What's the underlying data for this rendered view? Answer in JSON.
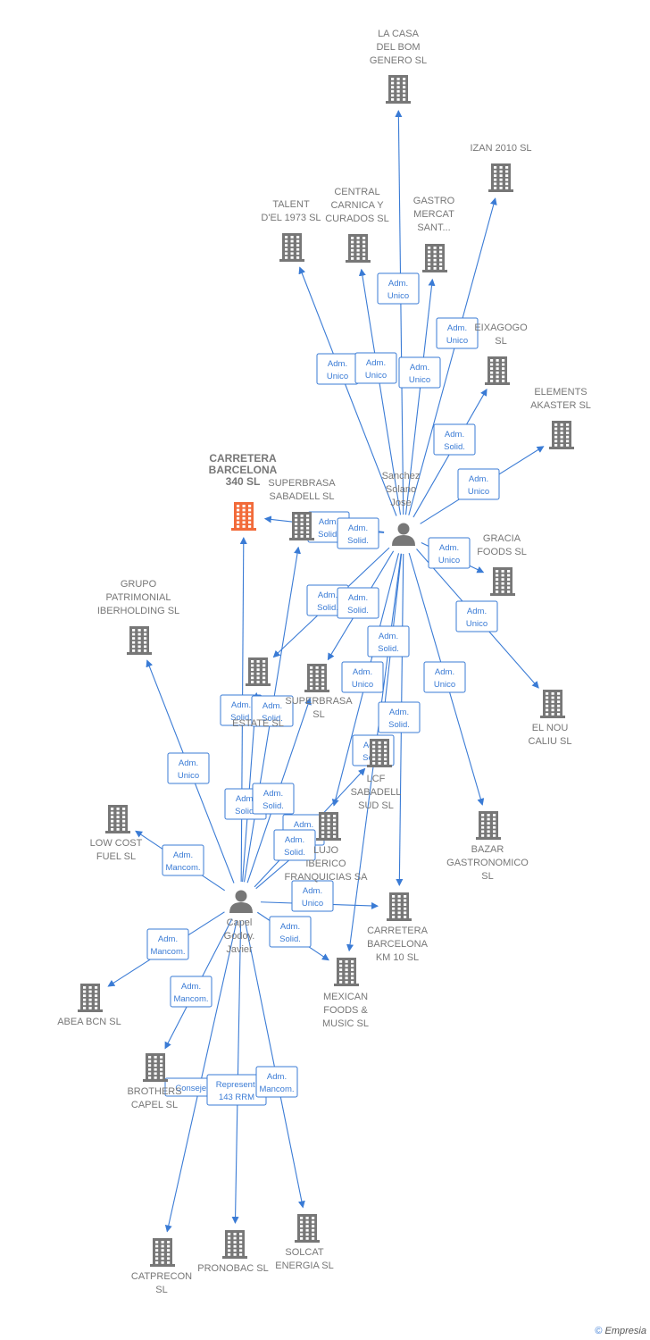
{
  "colors": {
    "edge": "#3a7bd5",
    "company": "#777777",
    "focus": "#f26b3a",
    "person": "#777777",
    "label_bg": "#ffffff"
  },
  "people": [
    {
      "id": "sanchez",
      "label": [
        "Sanchez",
        "Solano",
        "Jose"
      ]
    },
    {
      "id": "capel",
      "label": [
        "Capel",
        "Godoy.",
        "Javier"
      ]
    }
  ],
  "companies": [
    {
      "id": "lacasa",
      "label": [
        "LA CASA",
        "DEL BOM",
        "GENERO SL"
      ]
    },
    {
      "id": "izan",
      "label": [
        "IZAN 2010 SL"
      ]
    },
    {
      "id": "talent",
      "label": [
        "TALENT",
        "D'EL 1973 SL"
      ]
    },
    {
      "id": "central",
      "label": [
        "CENTRAL",
        "CARNICA Y",
        "CURADOS SL"
      ]
    },
    {
      "id": "gastro",
      "label": [
        "GASTRO",
        "MERCAT",
        "SANT..."
      ]
    },
    {
      "id": "eixagogo",
      "label": [
        "EIXAGOGO",
        "SL"
      ]
    },
    {
      "id": "elements",
      "label": [
        "ELEMENTS",
        "AKASTER SL"
      ]
    },
    {
      "id": "carretera340",
      "label": [
        "CARRETERA",
        "BARCELONA",
        "340 SL"
      ],
      "focus": true
    },
    {
      "id": "superbrasa_sab",
      "label": [
        "SUPERBRASA",
        "SABADELL SL"
      ]
    },
    {
      "id": "gracia",
      "label": [
        "GRACIA",
        "FOODS SL"
      ]
    },
    {
      "id": "grupo",
      "label": [
        "GRUPO",
        "PATRIMONIAL",
        "IBERHOLDING SL"
      ]
    },
    {
      "id": "estate",
      "label": [
        "ESTATE SL"
      ]
    },
    {
      "id": "superbrasa",
      "label": [
        "SUPERBRASA",
        "SL"
      ]
    },
    {
      "id": "elnou",
      "label": [
        "EL NOU",
        "CALIU SL"
      ]
    },
    {
      "id": "lcf",
      "label": [
        "LCF",
        "SABADELL",
        "SUD SL"
      ]
    },
    {
      "id": "lowcost",
      "label": [
        "LOW COST",
        "FUEL SL"
      ]
    },
    {
      "id": "bazar",
      "label": [
        "BAZAR",
        "GASTRONOMICO",
        "SL"
      ]
    },
    {
      "id": "lujo",
      "label": [
        "LUJO",
        "IBERICO",
        "FRANQUICIAS SA"
      ]
    },
    {
      "id": "carreterakm10",
      "label": [
        "CARRETERA",
        "BARCELONA",
        "KM 10 SL"
      ]
    },
    {
      "id": "abea",
      "label": [
        "ABEA BCN SL"
      ]
    },
    {
      "id": "mexican",
      "label": [
        "MEXICAN",
        "FOODS &",
        "MUSIC SL"
      ]
    },
    {
      "id": "brothers",
      "label": [
        "BROTHERS",
        "CAPEL SL"
      ]
    },
    {
      "id": "catprecon",
      "label": [
        "CATPRECON",
        "SL"
      ]
    },
    {
      "id": "pronobac",
      "label": [
        "PRONOBAC SL"
      ]
    },
    {
      "id": "solcat",
      "label": [
        "SOLCAT",
        "ENERGIA SL"
      ]
    }
  ],
  "edges": [
    {
      "from": "sanchez",
      "to": "lacasa",
      "label": [
        "Adm.",
        "Unico"
      ]
    },
    {
      "from": "sanchez",
      "to": "izan",
      "label": [
        "Adm.",
        "Unico"
      ]
    },
    {
      "from": "sanchez",
      "to": "talent",
      "label": [
        "Adm.",
        "Unico"
      ]
    },
    {
      "from": "sanchez",
      "to": "central",
      "label": [
        "Adm.",
        "Unico"
      ]
    },
    {
      "from": "sanchez",
      "to": "gastro",
      "label": [
        "Adm.",
        "Unico"
      ]
    },
    {
      "from": "sanchez",
      "to": "eixagogo",
      "label": [
        "Adm.",
        "Solid."
      ]
    },
    {
      "from": "sanchez",
      "to": "elements",
      "label": [
        "Adm.",
        "Unico"
      ]
    },
    {
      "from": "sanchez",
      "to": "carretera340",
      "label": [
        "Adm.",
        "Solid."
      ]
    },
    {
      "from": "sanchez",
      "to": "superbrasa_sab",
      "label": [
        "Adm.",
        "Solid."
      ]
    },
    {
      "from": "sanchez",
      "to": "gracia",
      "label": [
        "Adm.",
        "Unico"
      ]
    },
    {
      "from": "sanchez",
      "to": "estate",
      "label": [
        "Adm.",
        "Solid."
      ]
    },
    {
      "from": "sanchez",
      "to": "superbrasa",
      "label": [
        "Adm.",
        "Solid."
      ]
    },
    {
      "from": "sanchez",
      "to": "elnou",
      "label": [
        "Adm.",
        "Unico"
      ]
    },
    {
      "from": "sanchez",
      "to": "lcf",
      "label": [
        "Adm.",
        "Solid."
      ]
    },
    {
      "from": "sanchez",
      "to": "bazar",
      "label": [
        "Adm.",
        "Unico"
      ]
    },
    {
      "from": "sanchez",
      "to": "lujo",
      "label": [
        "Adm.",
        "Unico"
      ]
    },
    {
      "from": "sanchez",
      "to": "carreterakm10",
      "label": [
        "Adm.",
        "Solid."
      ]
    },
    {
      "from": "sanchez",
      "to": "mexican",
      "label": [
        "Adm.",
        "Solid."
      ]
    },
    {
      "from": "capel",
      "to": "carretera340",
      "label": [
        "Adm.",
        "Solid."
      ]
    },
    {
      "from": "capel",
      "to": "superbrasa_sab",
      "label": [
        "Adm.",
        "Solid."
      ]
    },
    {
      "from": "capel",
      "to": "grupo",
      "label": [
        "Adm.",
        "Unico"
      ]
    },
    {
      "from": "capel",
      "to": "estate",
      "label": [
        "Adm.",
        "Solid."
      ]
    },
    {
      "from": "capel",
      "to": "superbrasa",
      "label": [
        "Adm.",
        "Solid."
      ]
    },
    {
      "from": "capel",
      "to": "lcf",
      "label": [
        "Adm.",
        "Solid."
      ]
    },
    {
      "from": "capel",
      "to": "lowcost",
      "label": [
        "Adm.",
        "Mancom."
      ]
    },
    {
      "from": "capel",
      "to": "lujo",
      "label": [
        "Adm.",
        "Solid."
      ]
    },
    {
      "from": "capel",
      "to": "carreterakm10",
      "label": [
        "Adm.",
        "Unico"
      ]
    },
    {
      "from": "capel",
      "to": "mexican",
      "label": [
        "Adm.",
        "Solid."
      ]
    },
    {
      "from": "capel",
      "to": "abea",
      "label": [
        "Adm.",
        "Mancom."
      ]
    },
    {
      "from": "capel",
      "to": "brothers",
      "label": [
        "Adm.",
        "Mancom."
      ]
    },
    {
      "from": "capel",
      "to": "catprecon",
      "label": [
        "Consejero"
      ]
    },
    {
      "from": "capel",
      "to": "pronobac",
      "label": [
        "Represent.",
        "143 RRM"
      ]
    },
    {
      "from": "capel",
      "to": "solcat",
      "label": [
        "Adm.",
        "Mancom."
      ]
    }
  ],
  "footer": {
    "symbol": "©",
    "brand": "Empresia"
  }
}
